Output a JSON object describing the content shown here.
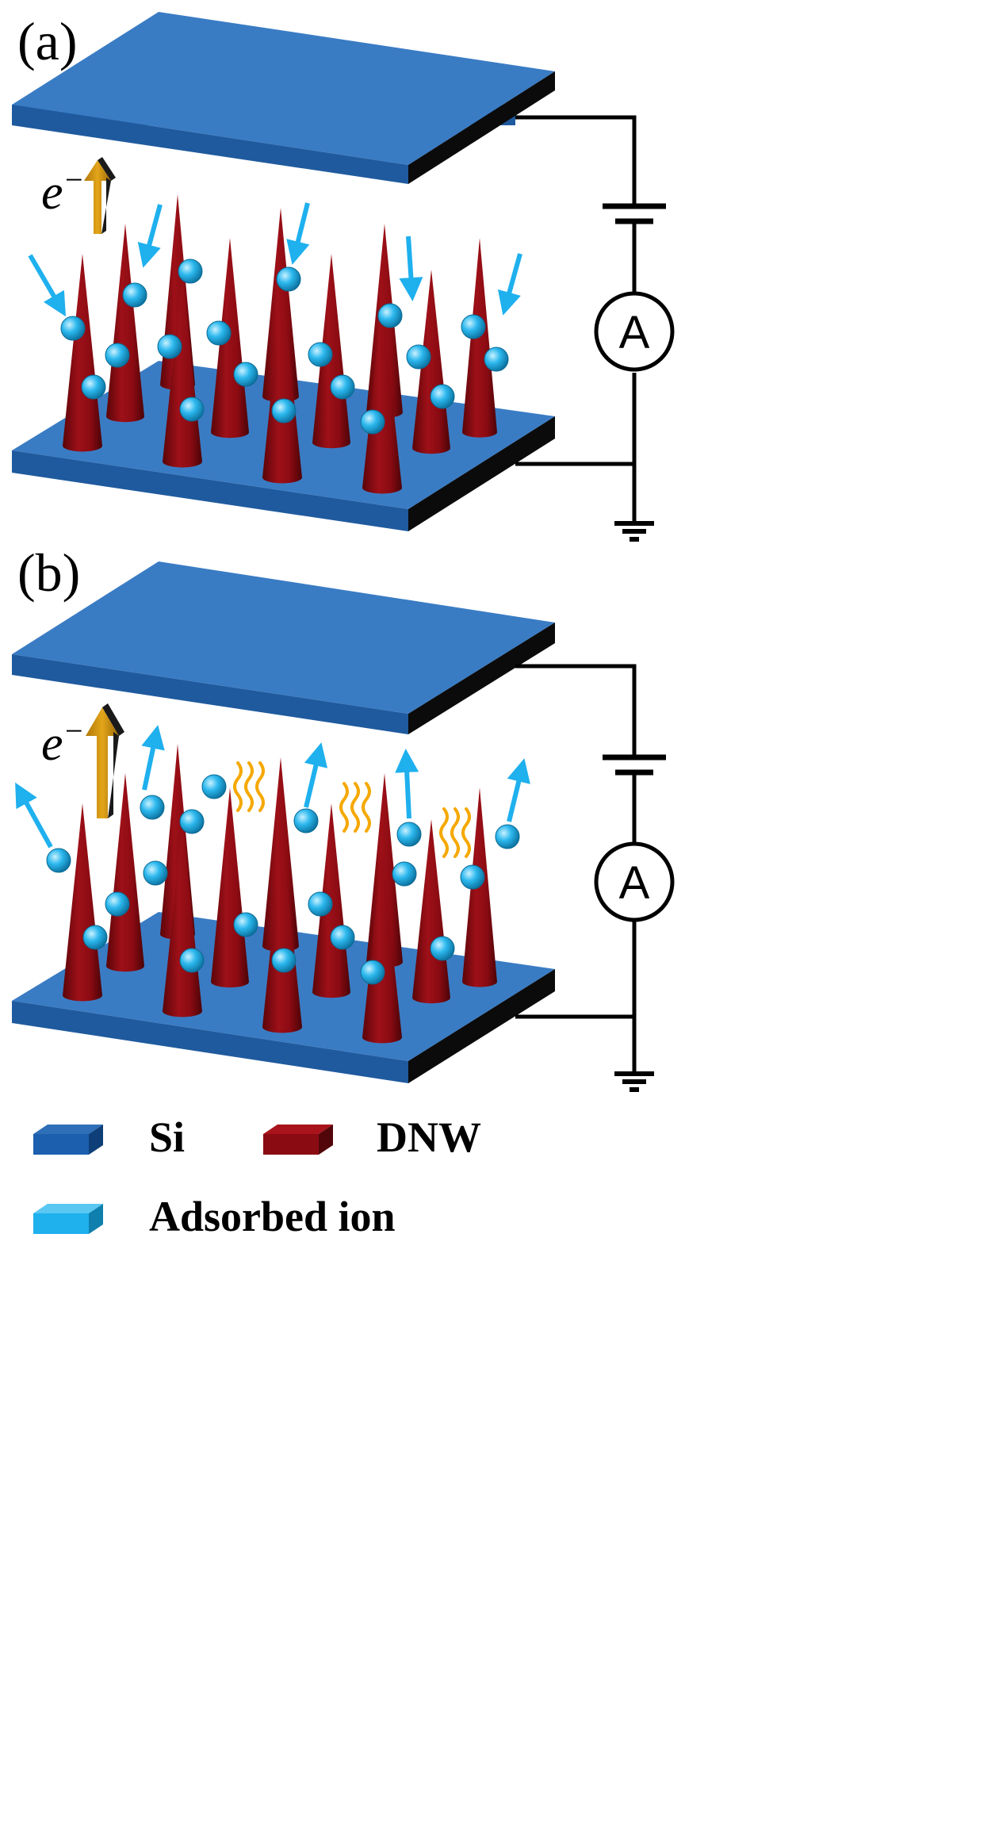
{
  "panels": [
    {
      "label": "(a)",
      "electron_label": "e",
      "electron_sup": "−",
      "ammeter_label": "A"
    },
    {
      "label": "(b)",
      "electron_label": "e",
      "electron_sup": "−",
      "ammeter_label": "A"
    }
  ],
  "legend": {
    "items": [
      {
        "label": "Si",
        "color": "#1c5fae"
      },
      {
        "label": "DNW",
        "color": "#8b0b12"
      },
      {
        "label": "Adsorbed ion",
        "color": "#1fb0ee"
      }
    ]
  },
  "colors": {
    "plate_top": "#3a7cc4",
    "plate_front": "#1f5a9e",
    "plate_side": "#0b0b0b",
    "cone": "#8b0b12",
    "ion": "#22b5ea",
    "ion_arrow": "#1fb0ee",
    "electron_arrow": "#d89a10",
    "heat_wave": "#f5a800",
    "wire": "#000000"
  }
}
